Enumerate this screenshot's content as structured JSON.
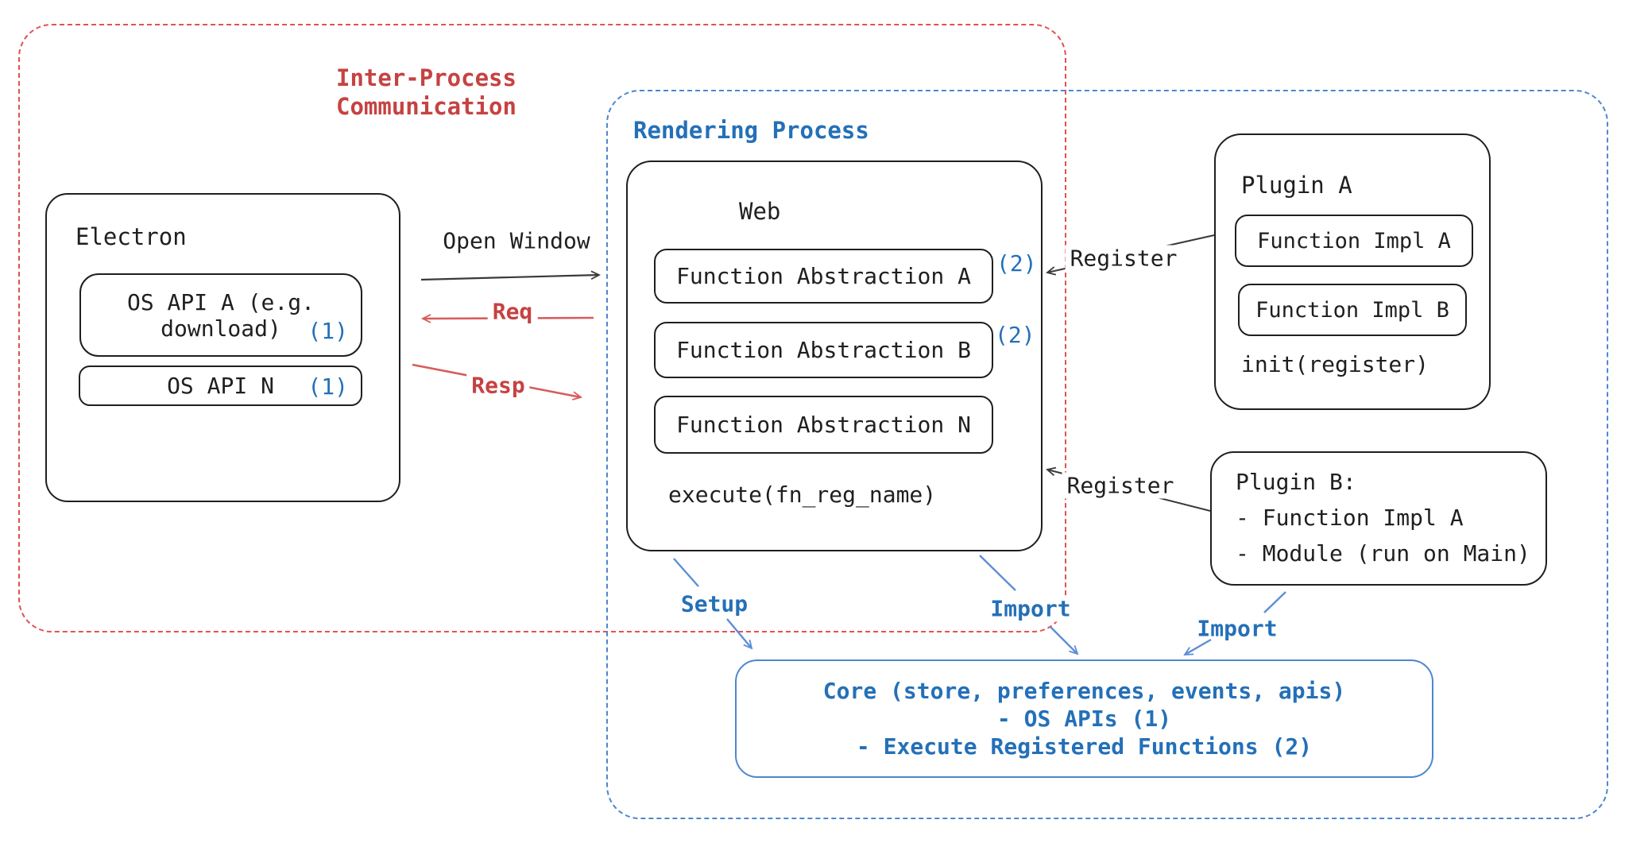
{
  "diagram": {
    "ipc_region": {
      "label": "Inter-Process\nCommunication"
    },
    "rendering_region": {
      "label": "Rendering Process"
    },
    "electron": {
      "title": "Electron",
      "api_a": {
        "line1": "OS API A (e.g.",
        "line2": "download)",
        "badge": "(1)"
      },
      "api_n": {
        "label": "OS API N",
        "badge": "(1)"
      }
    },
    "web": {
      "title": "Web",
      "items": [
        {
          "label": "Function Abstraction A",
          "badge": "(2)"
        },
        {
          "label": "Function Abstraction B",
          "badge": "(2)"
        },
        {
          "label": "Function Abstraction N",
          "badge": ""
        }
      ],
      "footer": "execute(fn_reg_name)"
    },
    "plugin_a": {
      "title": "Plugin A",
      "items": [
        {
          "label": "Function Impl A"
        },
        {
          "label": "Function Impl B"
        }
      ],
      "footer": "init(register)"
    },
    "plugin_b": {
      "lines": "Plugin B:\n- Function Impl A\n- Module (run on Main)"
    },
    "core": {
      "lines": "Core (store, preferences, events, apis)\n- OS APIs (1)\n- Execute Registered Functions (2)"
    },
    "arrows": {
      "open_window": "Open Window",
      "req": "Req",
      "resp": "Resp",
      "register_a": "Register",
      "register_b": "Register",
      "setup": "Setup",
      "import_web": "Import",
      "import_plugin": "Import"
    },
    "colors": {
      "red_border": "#df5353",
      "red_text": "#c64242",
      "blue_text": "#2470b8",
      "blue_border": "#4d87cf",
      "arrow_blue": "#5d8ed6",
      "ink": "#1f1f1f"
    }
  }
}
